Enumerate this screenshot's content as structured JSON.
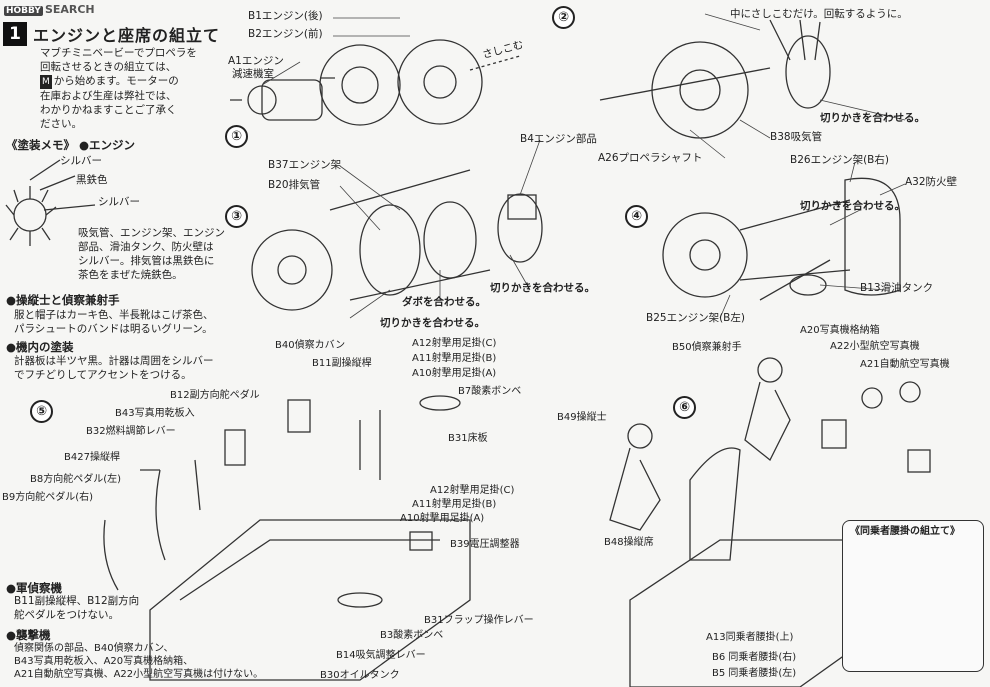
{
  "logo": {
    "brand": "HOBBY",
    "text": "SEARCH"
  },
  "section": {
    "badge": "1",
    "title": "エンジンと座席の組立て"
  },
  "intro": [
    "マブチミニベービーでプロペラを",
    "回転させるときの組立ては、",
    "から始めます。モーターの",
    "在庫および生産は弊社では、",
    "わかりかねますことご了承く",
    "ださい。"
  ],
  "intro_marker": "M",
  "paint_memo": {
    "heading": "《塗装メモ》",
    "engine_heading": "●エンジン",
    "labels": [
      "シルバー",
      "黒鉄色",
      "シルバー"
    ],
    "engine_note": [
      "吸気管、エンジン架、エンジン",
      "部品、滑油タンク、防火壁は",
      "シルバー。排気管は黒鉄色に",
      "茶色をまぜた焼鉄色。"
    ],
    "crew_heading": "●操縦士と偵察兼射手",
    "crew_note": [
      "服と帽子はカーキ色、半長靴はこげ茶色、",
      "パラシュートのバンドは明るいグリーン。"
    ],
    "interior_heading": "●機内の塗装",
    "interior_note": [
      "計器板は半ツヤ黒。計器は周囲をシルバー",
      "でフチどりしてアクセントをつける。"
    ]
  },
  "variants": {
    "recon_heading": "●軍偵察機",
    "recon_note": [
      "B11副操縦桿、B12副方向",
      "舵ペダルをつけない。"
    ],
    "attack_heading": "●襲撃機",
    "attack_note": [
      "偵察関係の部品、B40偵察カバン、",
      "B43写真用乾板入、A20写真機格納箱、",
      "A21自動航空写真機、A22小型航空写真機は付けない。"
    ]
  },
  "steps": [
    "①",
    "②",
    "③",
    "④",
    "⑤",
    "⑥"
  ],
  "step1": {
    "labels": [
      "B1エンジン(後)",
      "B2エンジン(前)",
      "A1エンジン",
      "減速機室",
      "さしこむ"
    ]
  },
  "step2": {
    "labels": [
      "中にさしこむだけ。回転するように。",
      "切りかきを合わせる。",
      "B38吸気管",
      "A26プロペラシャフト"
    ]
  },
  "step3": {
    "labels": [
      "B4エンジン部品",
      "B37エンジン架",
      "B20排気管",
      "ダボを合わせる。",
      "切りかきを合わせる。",
      "切りかきを合わせる。"
    ]
  },
  "step4": {
    "labels": [
      "B26エンジン架(B右)",
      "A32防火壁",
      "切りかきを合わせる。",
      "B13滑油タンク",
      "B25エンジン架(B左)"
    ]
  },
  "step5": {
    "labels": [
      "B40偵察カバン",
      "B12副方向舵ペダル",
      "B11副操縦桿",
      "B43写真用乾板入",
      "B32燃料調節レバー",
      "B427操縦桿",
      "B8方向舵ペダル(左)",
      "B9方向舵ペダル(右)",
      "A12射撃用足掛(C)",
      "A11射撃用足掛(B)",
      "A10射撃用足掛(A)",
      "B7酸素ボンベ",
      "B31床板",
      "A12射撃用足掛(C)",
      "A11射撃用足掛(B)",
      "A10射撃用足掛(A)",
      "B39電圧調整器",
      "B31フラップ操作レバー",
      "B3酸素ボンベ",
      "B14吸気調整レバー",
      "B30オイルタンク"
    ]
  },
  "step6": {
    "labels": [
      "B50偵察兼射手",
      "A20写真機格納箱",
      "A22小型航空写真機",
      "A21自動航空写真機",
      "B49操縦士",
      "B48操縦席"
    ],
    "sub_title": "《同乗者腰掛の組立て》",
    "sub_labels": [
      "A13同乗者腰掛(上)",
      "B6  同乗者腰掛(右)",
      "B5  同乗者腰掛(左)"
    ]
  }
}
